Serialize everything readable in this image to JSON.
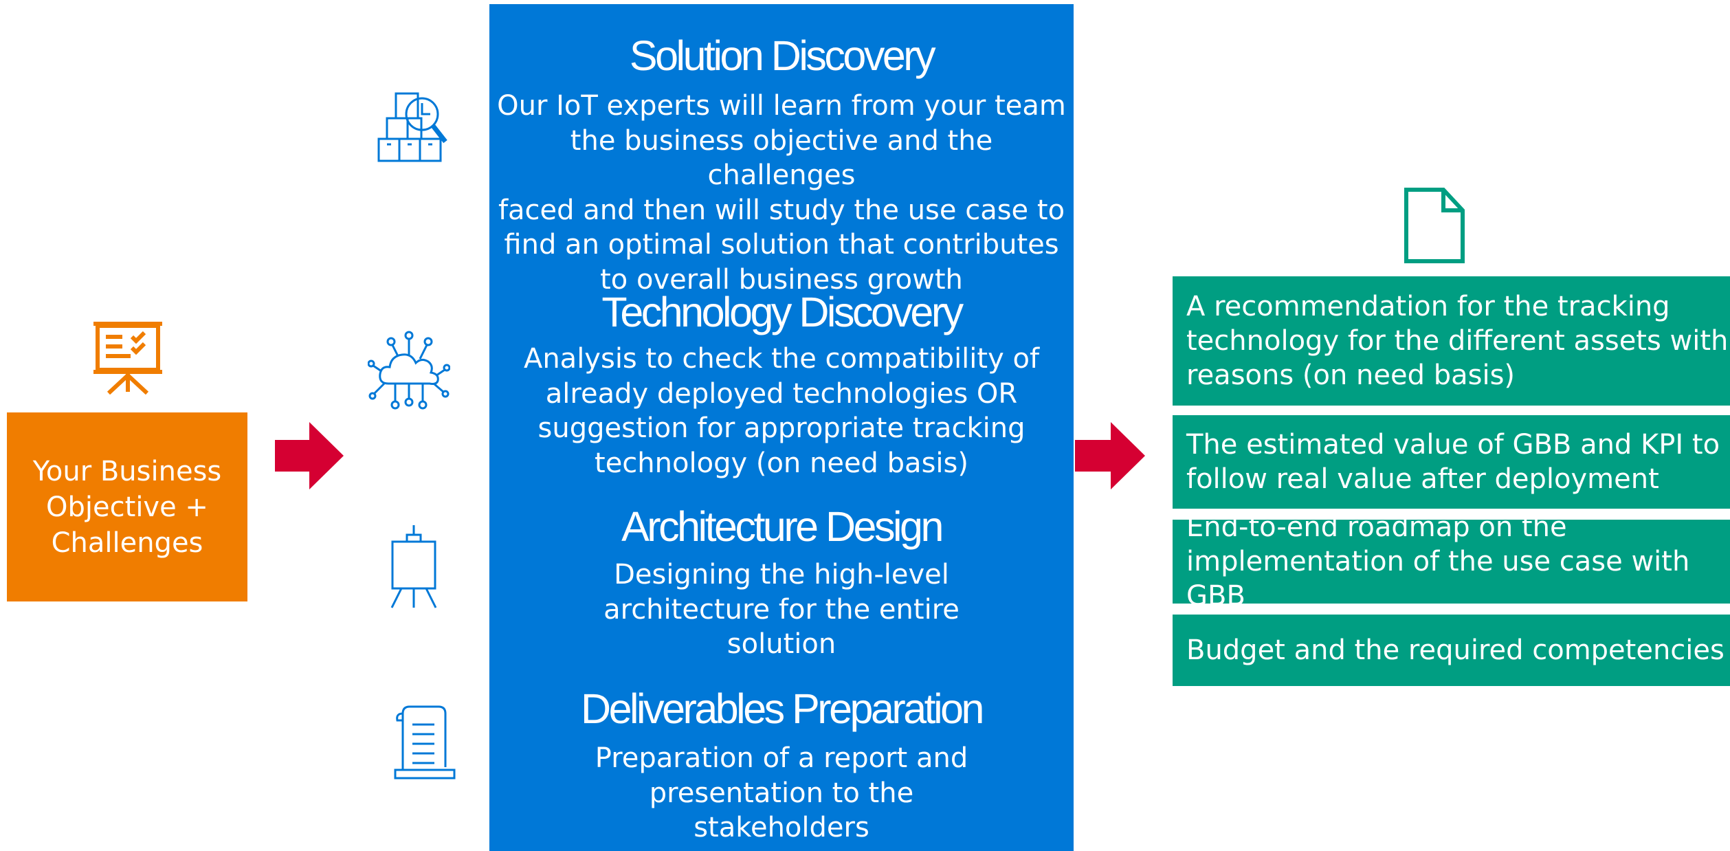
{
  "input": {
    "label": "Your Business Objective + Challenges"
  },
  "sections": [
    {
      "title": "Solution Discovery",
      "body": "Our IoT experts will learn from your team\nthe business objective and the challenges\nfaced and then will study the use case to\nfind an optimal solution that contributes\nto overall business growth",
      "icon": "analysis-boxes-magnifier-icon"
    },
    {
      "title": "Technology Discovery",
      "body": "Analysis to check the compatibility of\nalready deployed technologies OR\nsuggestion for appropriate tracking\ntechnology (on need basis)",
      "icon": "cloud-network-icon"
    },
    {
      "title": "Architecture Design",
      "body": "Designing the high-level\narchitecture for the entire\nsolution",
      "icon": "easel-icon"
    },
    {
      "title": "Deliverables Preparation",
      "body": "Preparation of a report and\npresentation to the\nstakeholders",
      "icon": "document-scroll-icon"
    }
  ],
  "outputs": [
    "A recommendation for the tracking\ntechnology for the different assets with\nreasons (on need basis)",
    "The estimated value of GBB and KPI to\nfollow real value after deployment",
    "End-to-end roadmap on the\nimplementation of the use case with GBB",
    "Budget and the required competencies"
  ],
  "colors": {
    "input": "#f07d00",
    "panel": "#0078d7",
    "output": "#009e82",
    "arrow": "#d50032",
    "icon_blue": "#0078d7",
    "icon_orange": "#f07d00",
    "icon_green": "#009e82"
  }
}
